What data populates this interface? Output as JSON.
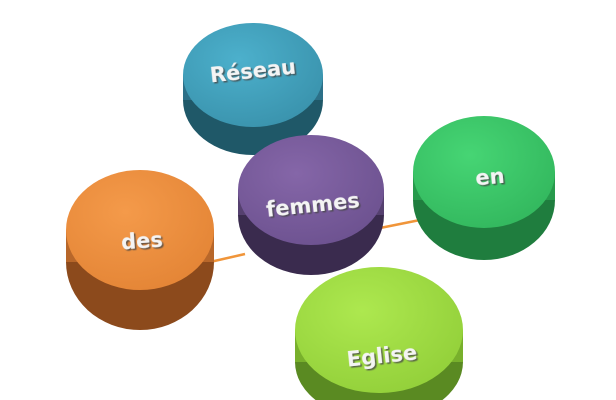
{
  "diagram": {
    "center": {
      "label": "femmes",
      "color": "#7b5e9c"
    },
    "nodes": [
      {
        "label": "Réseau",
        "color": "#45a4c0"
      },
      {
        "label": "en",
        "color": "#3fcb6a"
      },
      {
        "label": "des",
        "color": "#ee9140"
      },
      {
        "label": "Eglise",
        "color": "#a3e043"
      }
    ],
    "connector_color": "#f0953a"
  }
}
